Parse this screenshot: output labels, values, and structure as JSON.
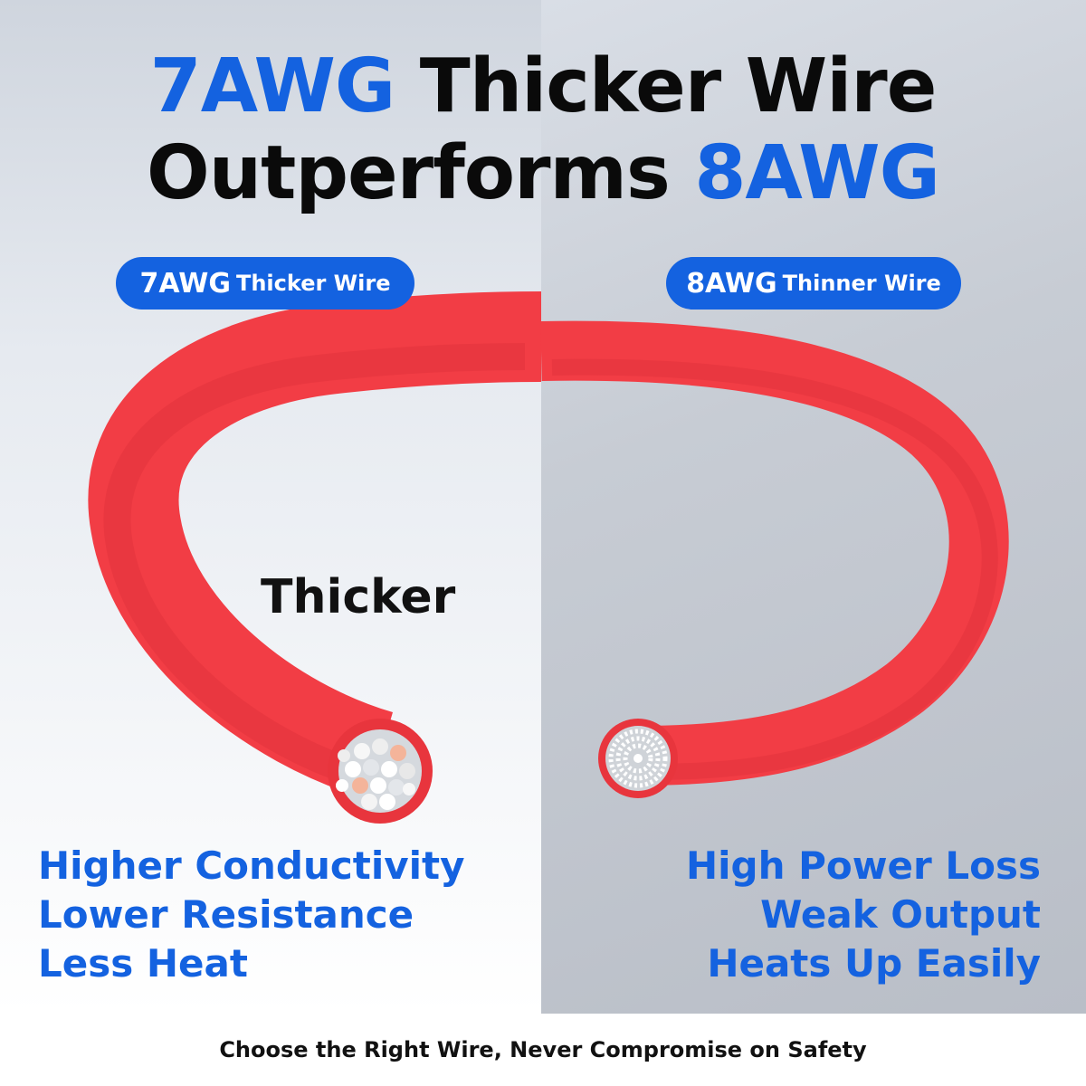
{
  "headline": {
    "line1_highlight": "7AWG",
    "line1_rest": " Thicker Wire",
    "line2_rest": "Outperforms ",
    "line2_highlight": "8AWG"
  },
  "labels": {
    "left": {
      "code": "7AWG",
      "text": "Thicker Wire"
    },
    "right": {
      "code": "8AWG",
      "text": "Thinner Wire"
    }
  },
  "wire_callout": "Thicker",
  "features_left": [
    "Higher Conductivity",
    "Lower Resistance",
    "Less Heat"
  ],
  "features_right": [
    "High Power Loss",
    "Weak Output",
    "Heats Up Easily"
  ],
  "footer_text": "Choose the Right Wire, Never Compromise on Safety",
  "colors": {
    "accent": "#1462e0",
    "wire": "#f23d45",
    "text": "#0a0a0a"
  }
}
